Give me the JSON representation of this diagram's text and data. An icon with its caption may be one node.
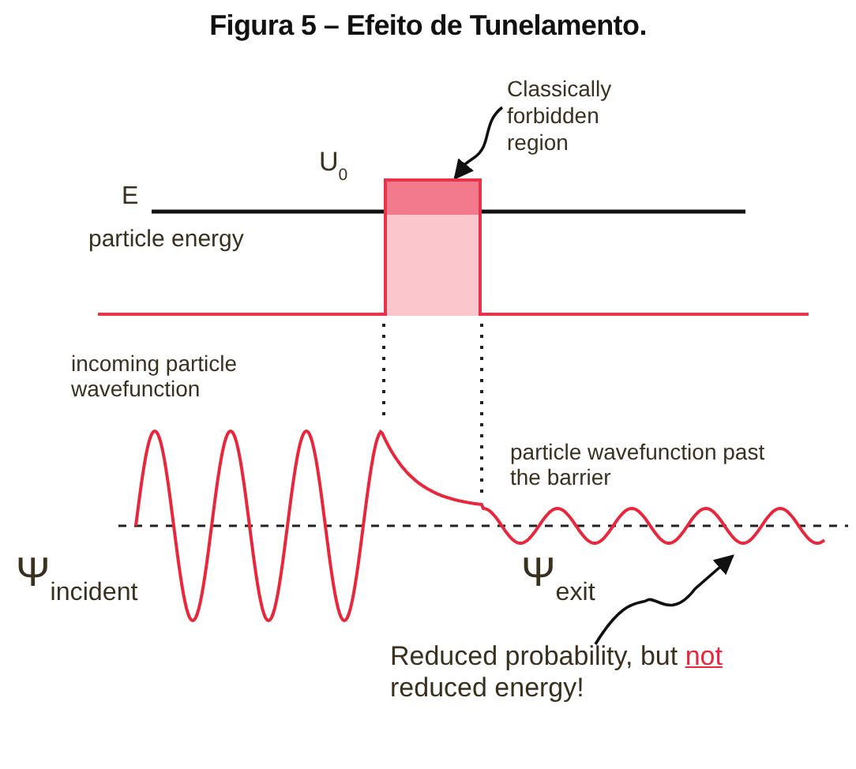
{
  "diagram": {
    "title": "Figura 5 – Efeito de Tunelamento.",
    "nodes": [
      {
        "text": [
          "Classically forbidden region"
        ]
      },
      {
        "text": [],
        "shape": "box"
      },
      {
        "text": [
          "Reduced probability, but *not* reduced energy!"
        ]
      }
    ],
    "edges": [
      {
        "from": 0,
        "to": 1,
        "arrow": "to"
      },
      {
        "from": 2,
        "to": null,
        "arrow": "to"
      }
    ],
    "labels": [
      "U$_{0}$",
      "E",
      "particle energy",
      "incoming particle wavefunction",
      "particle wavefunction past the barrier",
      "Ψ$_{incident}$",
      "Ψ$_{exit}$"
    ]
  }
}
